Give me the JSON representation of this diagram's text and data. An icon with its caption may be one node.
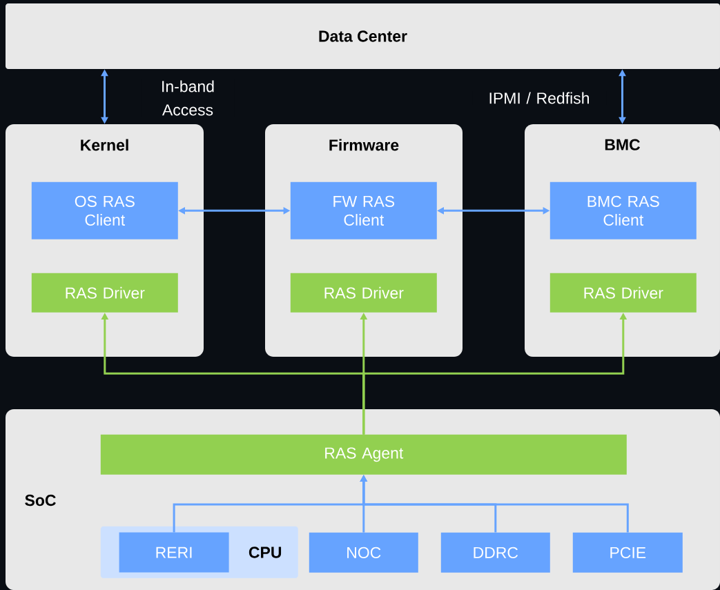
{
  "diagram": {
    "nodes": [
      {
        "text": [
          "Data Center"
        ]
      },
      {
        "text": [
          "Kernel"
        ]
      },
      {
        "text": [
          "OS RAS Client"
        ],
        "in": 1
      },
      {
        "text": [
          "RAS Driver"
        ],
        "in": 1
      },
      {
        "text": [
          "Firmware"
        ]
      },
      {
        "text": [
          "FW RAS Client"
        ],
        "in": 4
      },
      {
        "text": [
          "RAS Driver"
        ],
        "in": 4
      },
      {
        "text": [
          "BMC"
        ]
      },
      {
        "text": [
          "BMC RAS Client"
        ],
        "in": 7
      },
      {
        "text": [
          "RAS Driver"
        ],
        "in": 7
      },
      {
        "text": [
          "SoC"
        ]
      },
      {
        "text": [
          "RAS Agent"
        ],
        "in": 10
      },
      {
        "text": [
          "CPU"
        ],
        "in": 10
      },
      {
        "text": [
          "RERI"
        ],
        "in": 12
      },
      {
        "text": [
          "NOC"
        ],
        "in": 10
      },
      {
        "text": [
          "DDRC"
        ],
        "in": 10
      },
      {
        "text": [
          "PCIE"
        ],
        "in": 10
      }
    ],
    "edges": [
      {
        "from": 0,
        "to": 1,
        "arrow": "both",
        "label": "In-band Access"
      },
      {
        "from": 0,
        "to": 7,
        "arrow": "both",
        "label": "IPMI / Redfish"
      },
      {
        "from": 2,
        "to": 5,
        "arrow": "both"
      },
      {
        "from": 5,
        "to": 8,
        "arrow": "both"
      },
      {
        "from": 11,
        "to": 3,
        "arrow": "to",
        "color": "#92d050"
      },
      {
        "from": 11,
        "to": 6,
        "arrow": "to",
        "color": "#92d050"
      },
      {
        "from": 11,
        "to": 9,
        "arrow": "to",
        "color": "#92d050"
      },
      {
        "from": 13,
        "to": 11,
        "arrow": "to"
      },
      {
        "from": 14,
        "to": 11,
        "arrow": "to"
      },
      {
        "from": 15,
        "to": 11,
        "arrow": "to"
      },
      {
        "from": 16,
        "to": 11,
        "arrow": "to"
      }
    ]
  }
}
